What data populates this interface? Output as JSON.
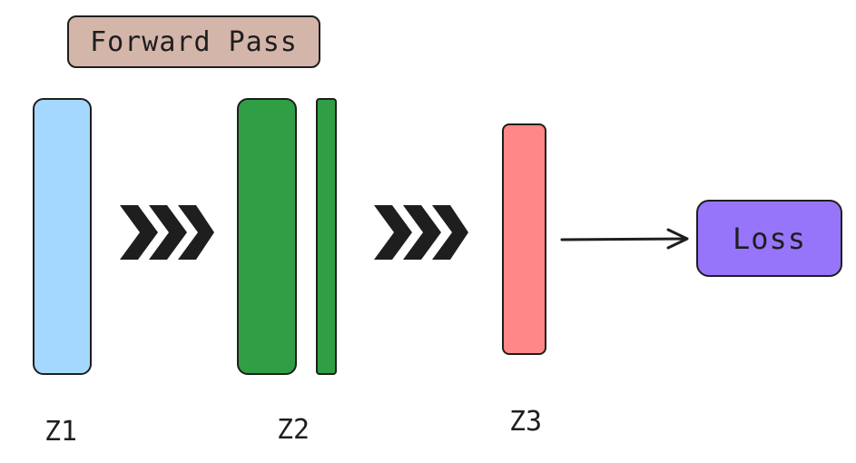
{
  "title": "Forward Pass",
  "colors": {
    "title_fill": "#d4b5aa",
    "z1": "#a5d8ff",
    "z2": "#2f9e44",
    "z3": "#ff8787",
    "loss": "#9775fa",
    "stroke": "#1e1e1e"
  },
  "layers": {
    "z1": {
      "label": "Z1"
    },
    "z2": {
      "label": "Z2"
    },
    "z3": {
      "label": "Z3"
    }
  },
  "loss": {
    "label": "Loss"
  },
  "icons": {
    "flow": "triple-chevron-right-icon",
    "arrow": "arrow-right-icon"
  }
}
